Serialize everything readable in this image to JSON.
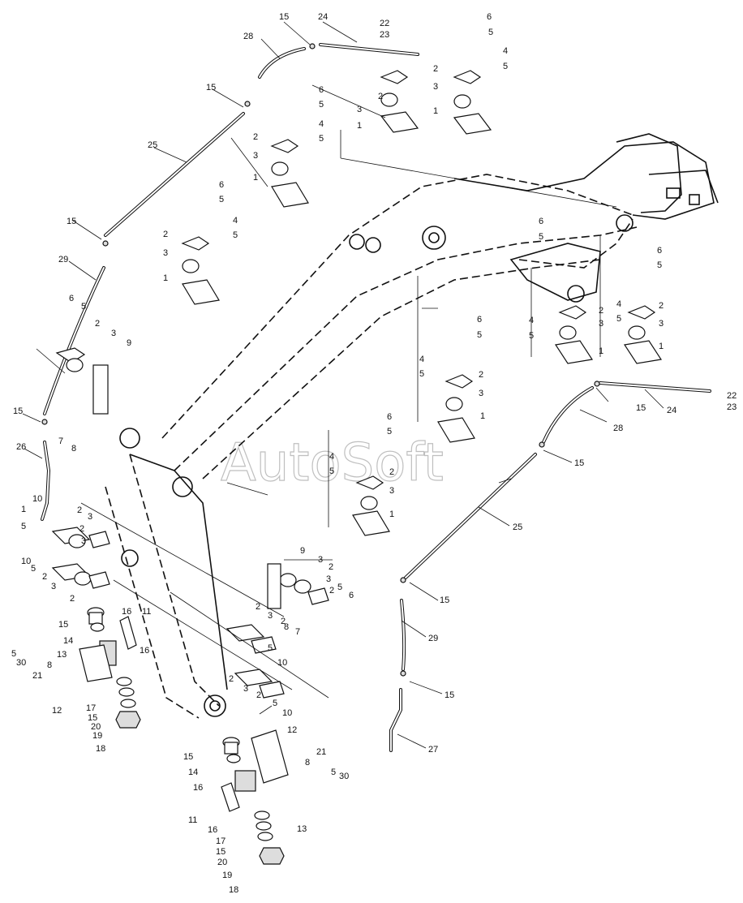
{
  "watermark": "AutoSoft",
  "parts": [
    {
      "id": "p1",
      "label": "1"
    },
    {
      "id": "p2",
      "label": "2"
    },
    {
      "id": "p3",
      "label": "3"
    },
    {
      "id": "p4",
      "label": "4"
    },
    {
      "id": "p5",
      "label": "5"
    },
    {
      "id": "p6",
      "label": "6"
    },
    {
      "id": "p7",
      "label": "7"
    },
    {
      "id": "p8",
      "label": "8"
    },
    {
      "id": "p9",
      "label": "9"
    },
    {
      "id": "p10",
      "label": "10"
    },
    {
      "id": "p11",
      "label": "11"
    },
    {
      "id": "p12",
      "label": "12"
    },
    {
      "id": "p13",
      "label": "13"
    },
    {
      "id": "p14",
      "label": "14"
    },
    {
      "id": "p15",
      "label": "15"
    },
    {
      "id": "p16",
      "label": "16"
    },
    {
      "id": "p17",
      "label": "17"
    },
    {
      "id": "p18",
      "label": "18"
    },
    {
      "id": "p19",
      "label": "19"
    },
    {
      "id": "p20",
      "label": "20"
    },
    {
      "id": "p21",
      "label": "21"
    },
    {
      "id": "p22",
      "label": "22"
    },
    {
      "id": "p23",
      "label": "23"
    },
    {
      "id": "p24",
      "label": "24"
    },
    {
      "id": "p25",
      "label": "25"
    },
    {
      "id": "p26",
      "label": "26"
    },
    {
      "id": "p27",
      "label": "27"
    },
    {
      "id": "p28",
      "label": "28"
    },
    {
      "id": "p29",
      "label": "29"
    },
    {
      "id": "p30",
      "label": "30"
    }
  ]
}
